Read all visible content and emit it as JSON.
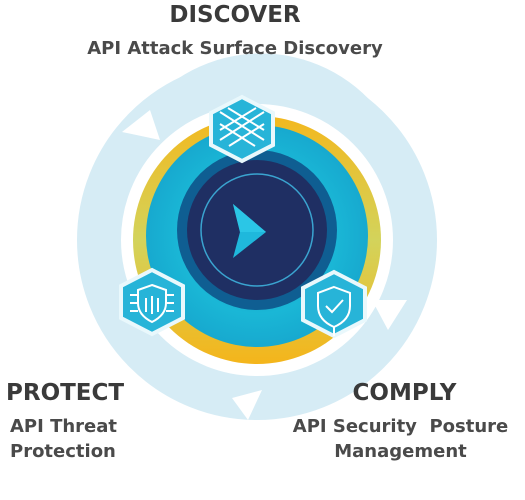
{
  "discover": {
    "title": "DISCOVER",
    "subtitle": "API Attack Surface Discovery"
  },
  "protect": {
    "title": "PROTECT",
    "subtitle_lines": [
      "API Threat",
      "Protection"
    ]
  },
  "comply": {
    "title": "COMPLY",
    "subtitle_lines": [
      "API Security  Posture",
      "Management"
    ]
  },
  "icons": {
    "center": "play-arrow-logo-icon",
    "discover": "mesh-grid-icon",
    "protect": "shield-chip-icon",
    "comply": "shield-check-icon"
  },
  "colors": {
    "outer_ring": "#d6ecf5",
    "gold": "#f2b41d",
    "teal": "#1bb6d4",
    "navy": "#1f2f63",
    "hexagon_fill": "#26b3d8",
    "text": "#3a3a3a"
  }
}
